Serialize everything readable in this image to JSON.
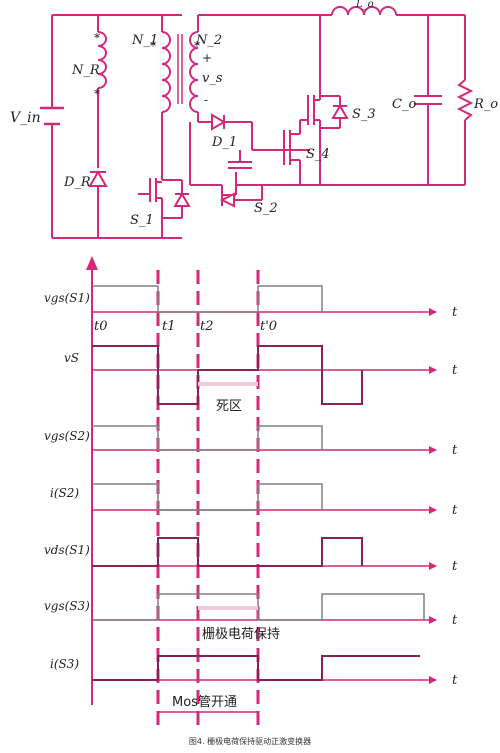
{
  "colors": {
    "accent": "#d4287a",
    "dark_wave": "#8a2058",
    "gray_wave": "#808080",
    "text": "#222222"
  },
  "circuit": {
    "labels": {
      "vin": "V_in",
      "nr": "N_R",
      "dr": "D_R",
      "s1": "S_1",
      "n1": "N_1",
      "n2": "N_2",
      "vs": "v_s",
      "plus": "+",
      "minus": "-",
      "d1": "D_1",
      "s2": "S_2",
      "s3": "S_3",
      "s4": "S_4",
      "co": "C_o",
      "ro": "R_o",
      "lo": "L_o"
    }
  },
  "timing": {
    "axis_t": "t",
    "time_marks": [
      "t0",
      "t1",
      "t2",
      "t'0"
    ],
    "signals": [
      "vgs(S1)",
      "vS",
      "vgs(S2)",
      "i(S2)",
      "vds(S1)",
      "vgs(S3)",
      "i(S3)"
    ],
    "annotations": {
      "dead_zone": "死区",
      "gate_hold": "栅极电荷保持",
      "mos_on": "Mos管开通"
    }
  },
  "caption": "图4. 栅极电荷保持驱动正激变换器"
}
